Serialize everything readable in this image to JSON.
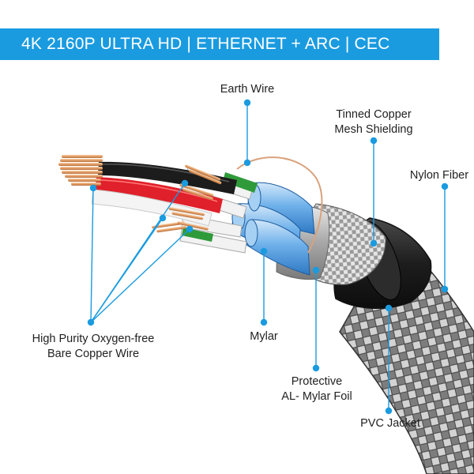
{
  "header": {
    "title": "4K 2160P ULTRA HD | ETHERNET + ARC | CEC"
  },
  "labels": {
    "earth_wire": "Earth Wire",
    "tinned_copper_1": "Tinned Copper",
    "tinned_copper_2": "Mesh Shielding",
    "nylon_fiber": "Nylon Fiber",
    "copper_wire_1": "High Purity Oxygen-free",
    "copper_wire_2": "Bare Copper Wire",
    "mylar": "Mylar",
    "foil_1": "Protective",
    "foil_2": "AL- Mylar Foil",
    "pvc_jacket": "PVC Jacket"
  },
  "colors": {
    "accent": "#1a9be0",
    "leader": "#1a9be0",
    "braid": "#b8b8b8",
    "jacket": "#2a2a2a",
    "copper": "#e7a773",
    "wire_red": "#e0202a",
    "wire_black": "#1c1c1c",
    "wire_green": "#2f9a3a",
    "mylar_blue": "#6fb1ea"
  }
}
